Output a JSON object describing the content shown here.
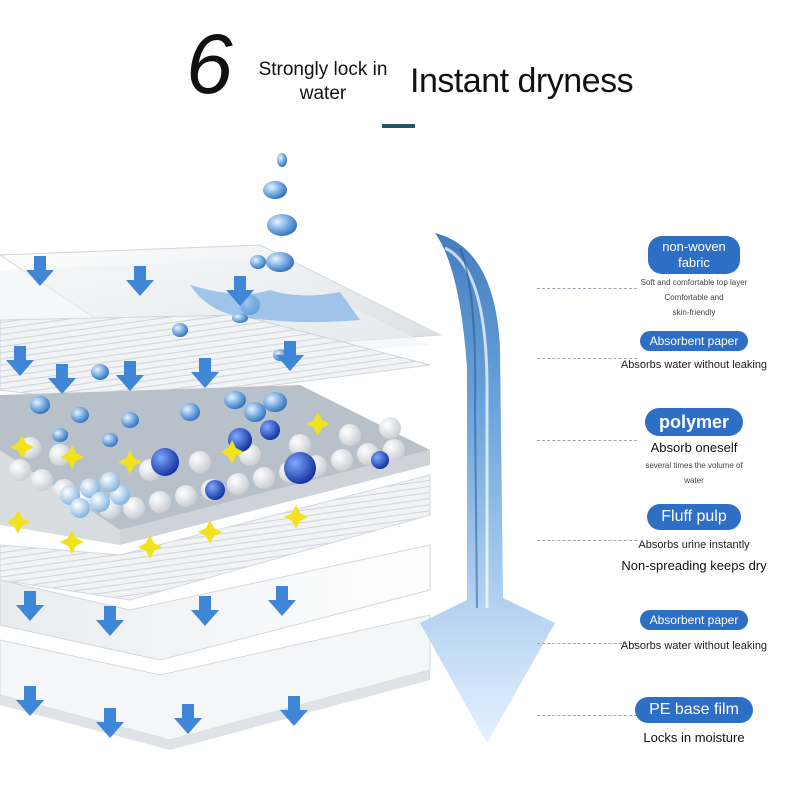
{
  "header": {
    "number": "6",
    "lock_line1": "Strongly lock in",
    "lock_line2": "water",
    "dryness": "Instant dryness"
  },
  "layers": [
    {
      "title_line1": "non-woven",
      "title_line2": "fabric",
      "descriptions": [
        "Soft and comfortable top layer",
        "Comfortable and",
        "skin-friendly"
      ]
    },
    {
      "title": "Absorbent paper",
      "descriptions": [
        "Absorbs water without leaking"
      ]
    },
    {
      "title": "polymer",
      "descriptions": [
        "Absorb oneself",
        "several times the volume of",
        "water"
      ]
    },
    {
      "title": "Fluff pulp",
      "descriptions": [
        "Absorbs urine instantly",
        "Non-spreading keeps dry"
      ]
    },
    {
      "title": "Absorbent paper",
      "descriptions": [
        "Absorbs water without leaking"
      ]
    },
    {
      "title": "PE base film",
      "descriptions": [
        "Locks in moisture"
      ]
    }
  ],
  "colors": {
    "pill": "#2e6fc6",
    "accent_underline": "#1f5768",
    "water": "#5b9bd8",
    "arrow": "#3f86d6",
    "sparkle": "#f2e21b"
  },
  "icons": [
    "water-droplets-icon",
    "down-arrow-icon",
    "water-flow-arrow-icon",
    "sparkle-icon"
  ]
}
